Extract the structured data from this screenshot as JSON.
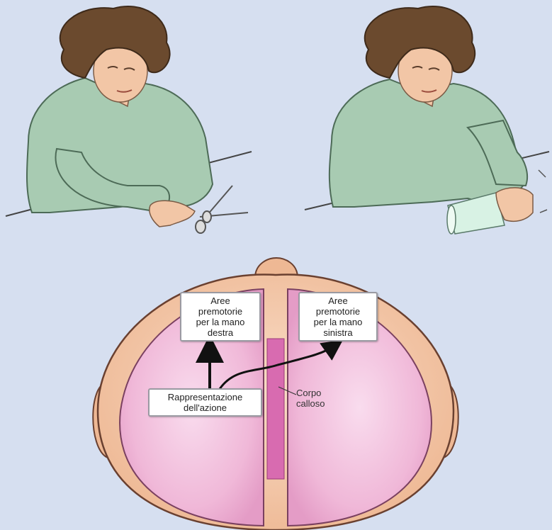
{
  "labels": {
    "premotor_right": [
      "Aree",
      "premotorie",
      "per la mano",
      "destra"
    ],
    "premotor_left": [
      "Aree",
      "premotorie",
      "per la mano",
      "sinistra"
    ],
    "action_representation": [
      "Rappresentazione",
      "dell'azione"
    ],
    "corpus_callosum": [
      "Corpo",
      "calloso"
    ]
  },
  "colors": {
    "background": "#d6dff0",
    "sweater": "#a8cbb2",
    "hair": "#6b4a2e",
    "skin": "#f2c6a6",
    "brain": "#f3bedc",
    "corpus_callosum": "#d86bb0",
    "arrow": "#111111"
  }
}
